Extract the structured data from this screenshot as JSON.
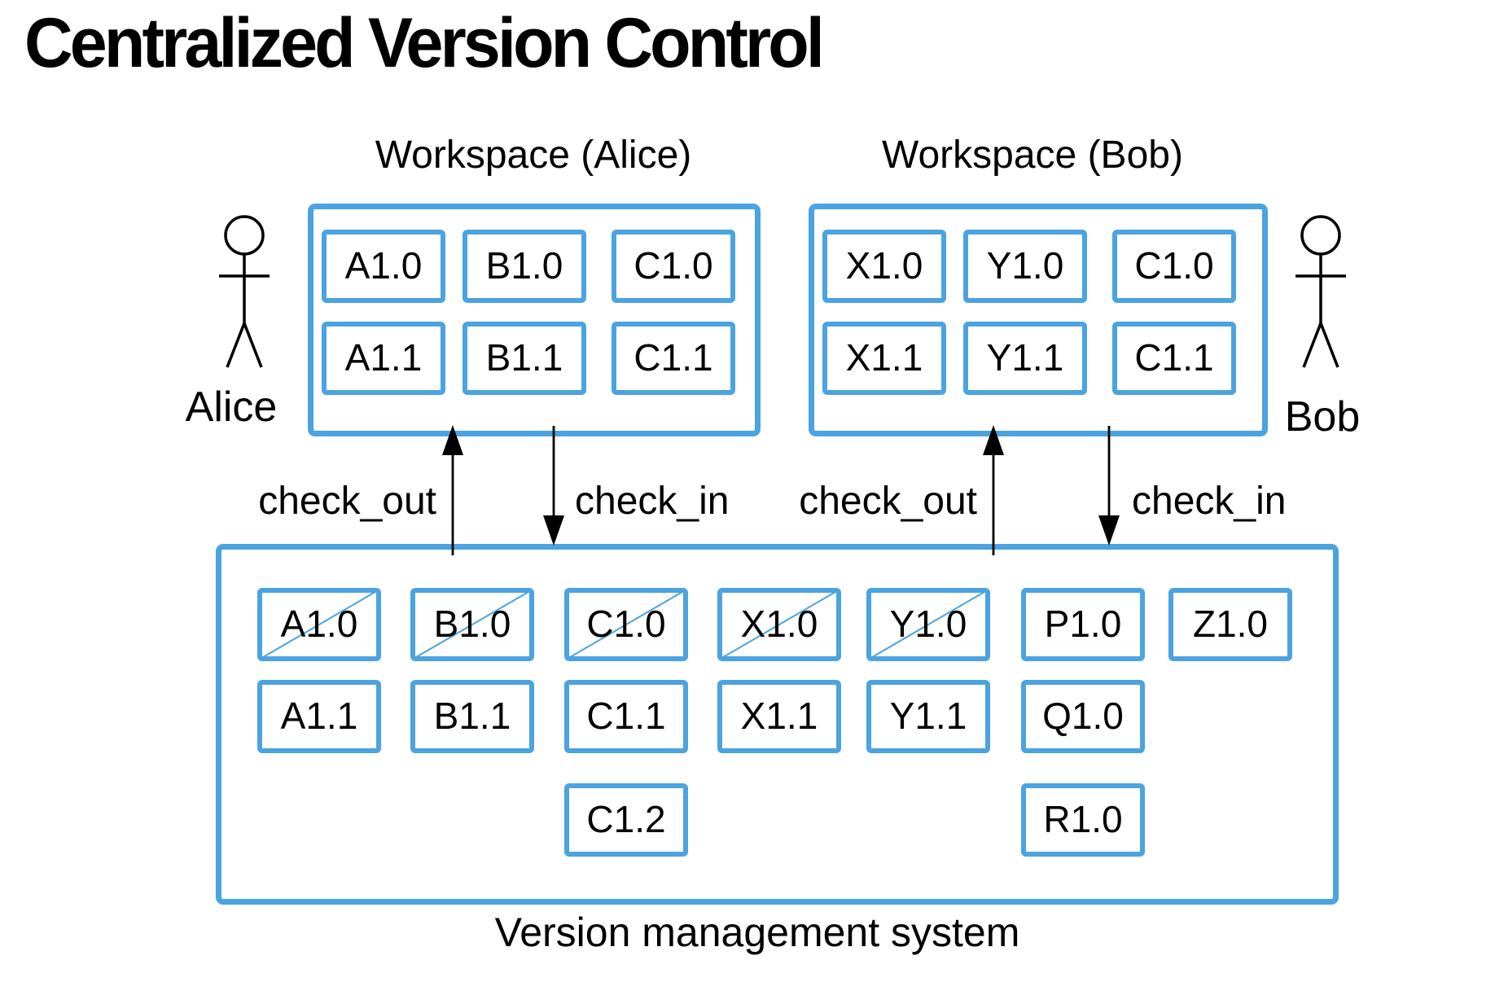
{
  "title": "Centralized Version Control",
  "colors": {
    "accent_blue": "#4BA3E0",
    "text": "#000000"
  },
  "alice": {
    "workspace_label": "Workspace (Alice)",
    "person_name": "Alice",
    "files": [
      "A1.0",
      "B1.0",
      "C1.0",
      "A1.1",
      "B1.1",
      "C1.1"
    ],
    "check_out_label": "check_out",
    "check_in_label": "check_in"
  },
  "bob": {
    "workspace_label": "Workspace (Bob)",
    "person_name": "Bob",
    "files": [
      "X1.0",
      "Y1.0",
      "C1.0",
      "X1.1",
      "Y1.1",
      "C1.1"
    ],
    "check_out_label": "check_out",
    "check_in_label": "check_in"
  },
  "vms": {
    "caption": "Version management system",
    "items": [
      {
        "label": "A1.0",
        "slashed": true,
        "col": 0,
        "row": 0
      },
      {
        "label": "B1.0",
        "slashed": true,
        "col": 1,
        "row": 0
      },
      {
        "label": "C1.0",
        "slashed": true,
        "col": 2,
        "row": 0
      },
      {
        "label": "X1.0",
        "slashed": true,
        "col": 3,
        "row": 0
      },
      {
        "label": "Y1.0",
        "slashed": true,
        "col": 4,
        "row": 0
      },
      {
        "label": "P1.0",
        "slashed": false,
        "col": 5,
        "row": 0
      },
      {
        "label": "Z1.0",
        "slashed": false,
        "col": 6,
        "row": 0
      },
      {
        "label": "A1.1",
        "slashed": false,
        "col": 0,
        "row": 1
      },
      {
        "label": "B1.1",
        "slashed": false,
        "col": 1,
        "row": 1
      },
      {
        "label": "C1.1",
        "slashed": false,
        "col": 2,
        "row": 1
      },
      {
        "label": "X1.1",
        "slashed": false,
        "col": 3,
        "row": 1
      },
      {
        "label": "Y1.1",
        "slashed": false,
        "col": 4,
        "row": 1
      },
      {
        "label": "Q1.0",
        "slashed": false,
        "col": 5,
        "row": 1
      },
      {
        "label": "C1.2",
        "slashed": false,
        "col": 2,
        "row": 2
      },
      {
        "label": "R1.0",
        "slashed": false,
        "col": 5,
        "row": 2
      }
    ]
  }
}
